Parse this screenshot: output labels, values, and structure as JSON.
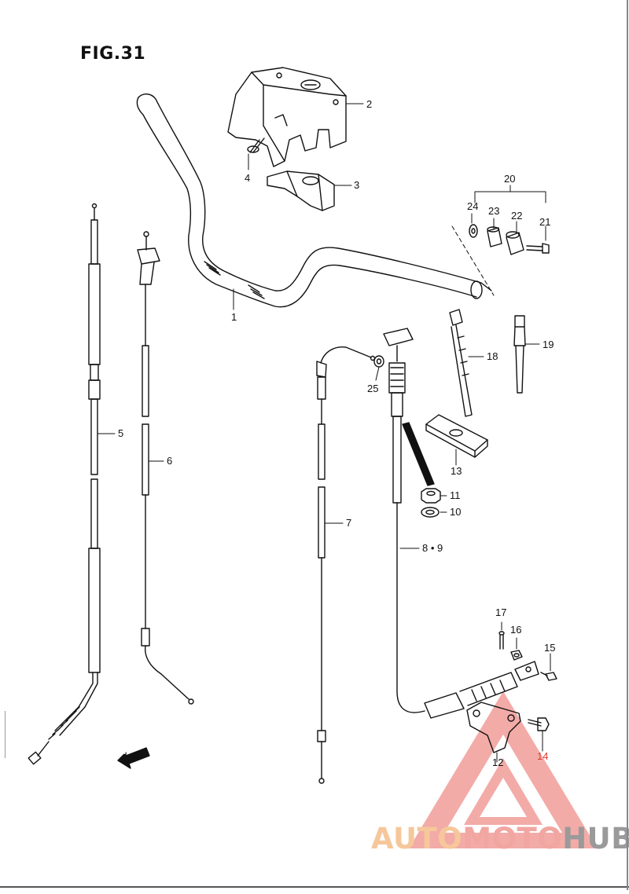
{
  "figure": {
    "title": "FIG.31"
  },
  "callouts": [
    {
      "key": "c1",
      "text": "1"
    },
    {
      "key": "c2",
      "text": "2"
    },
    {
      "key": "c3",
      "text": "3"
    },
    {
      "key": "c4",
      "text": "4"
    },
    {
      "key": "c5",
      "text": "5"
    },
    {
      "key": "c6",
      "text": "6"
    },
    {
      "key": "c7",
      "text": "7"
    },
    {
      "key": "c89",
      "text": "8 • 9"
    },
    {
      "key": "c10",
      "text": "10"
    },
    {
      "key": "c11",
      "text": "11"
    },
    {
      "key": "c12",
      "text": "12"
    },
    {
      "key": "c13",
      "text": "13"
    },
    {
      "key": "c14",
      "text": "14"
    },
    {
      "key": "c15",
      "text": "15"
    },
    {
      "key": "c16",
      "text": "16"
    },
    {
      "key": "c17",
      "text": "17"
    },
    {
      "key": "c18",
      "text": "18"
    },
    {
      "key": "c19",
      "text": "19"
    },
    {
      "key": "c20",
      "text": "20"
    },
    {
      "key": "c21",
      "text": "21"
    },
    {
      "key": "c22",
      "text": "22"
    },
    {
      "key": "c23",
      "text": "23"
    },
    {
      "key": "c24",
      "text": "24"
    },
    {
      "key": "c25",
      "text": "25"
    }
  ],
  "forward_arrow": {
    "label": "FWD"
  },
  "watermark": {
    "part1": "AUTO",
    "part2": "MOTO",
    "part3": "HUB"
  },
  "colors": {
    "line": "#111111",
    "highlight_label": "#e33b2e",
    "watermark_triangle": "#f08f8a"
  }
}
